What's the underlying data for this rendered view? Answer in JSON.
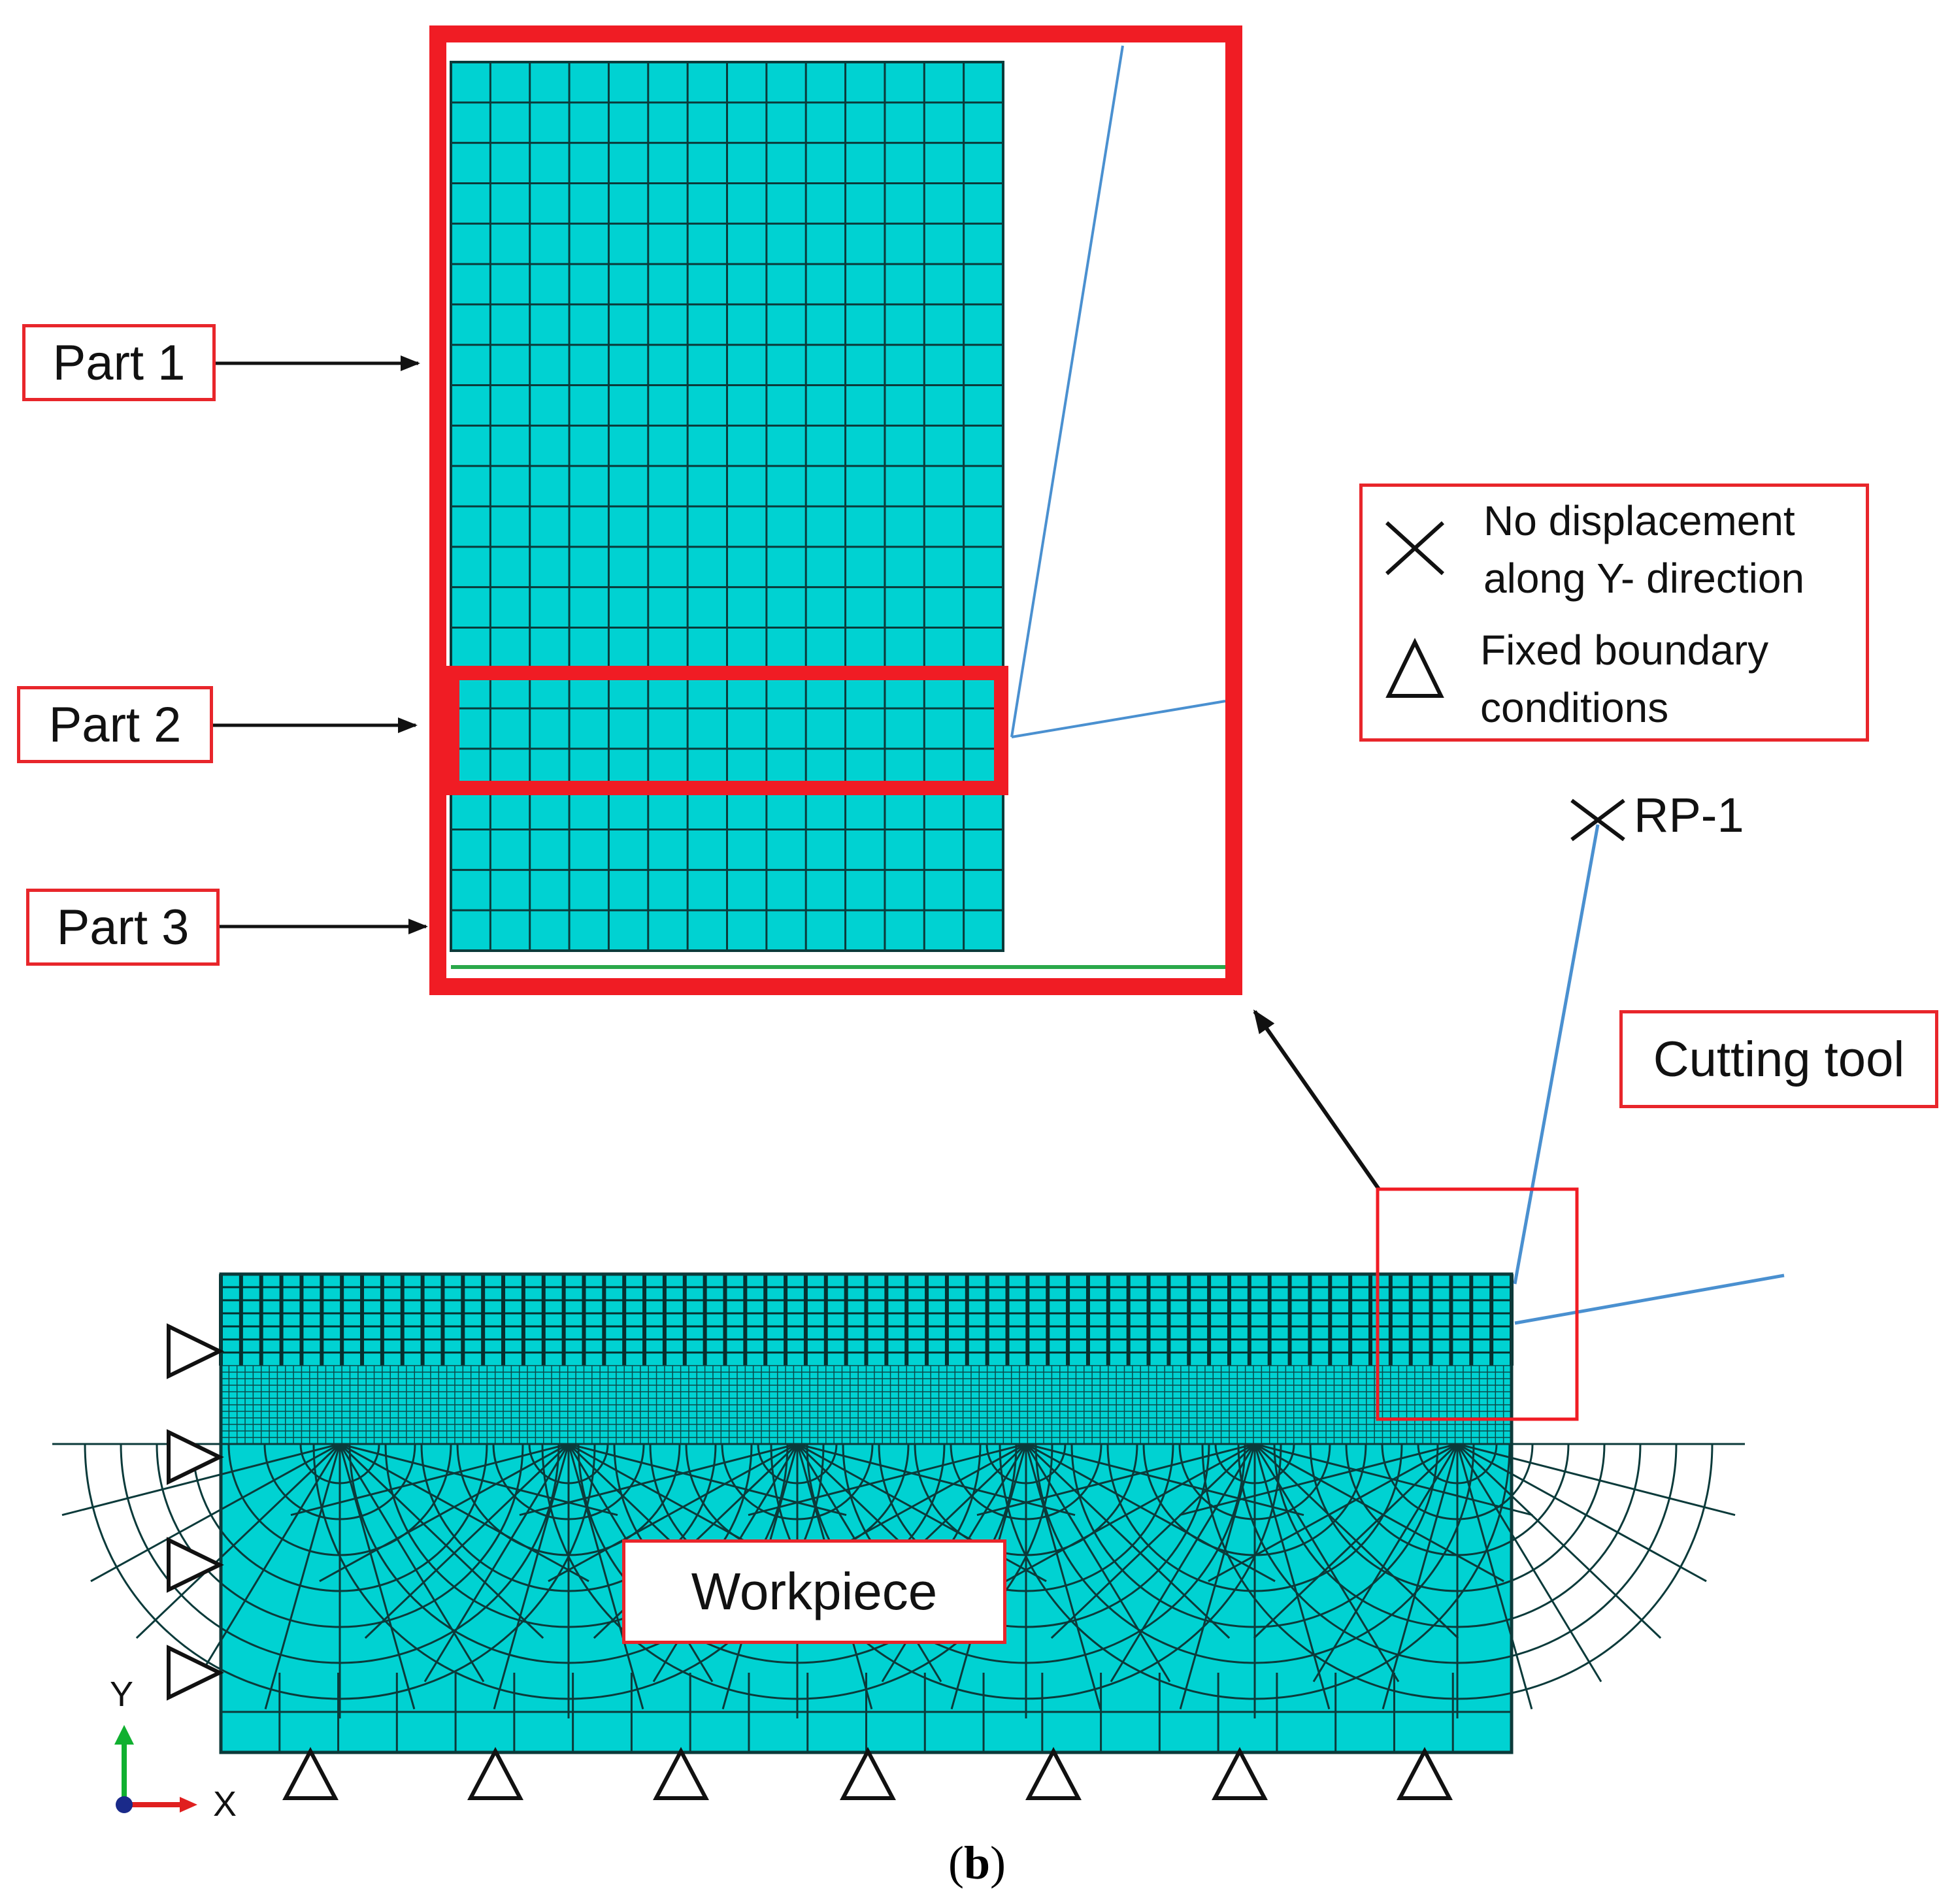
{
  "labels": {
    "part1": "Part 1",
    "part2": "Part 2",
    "part3": "Part 3",
    "cutting_tool": "Cutting tool",
    "workpiece": "Workpiece",
    "reference_point": "RP-1"
  },
  "legend": {
    "cross_text_line1": "No displacement",
    "cross_text_line2": "along Y- direction",
    "triangle_text_line1": "Fixed boundary",
    "triangle_text_line2": "conditions",
    "cross_icon": "cross-icon",
    "triangle_icon": "triangle-icon"
  },
  "axes": {
    "y_label": "Y",
    "x_label": "X"
  },
  "caption": {
    "open": "(",
    "letter": "b",
    "close": ")"
  },
  "colors": {
    "mesh_fill": "#00d2d2",
    "mesh_line": "#0b3a3a",
    "highlight_red": "#f01c24",
    "tool_line": "#4a90d0",
    "axis_x": "#e02020",
    "axis_y": "#10b030",
    "ground_green": "#2aa84a"
  }
}
